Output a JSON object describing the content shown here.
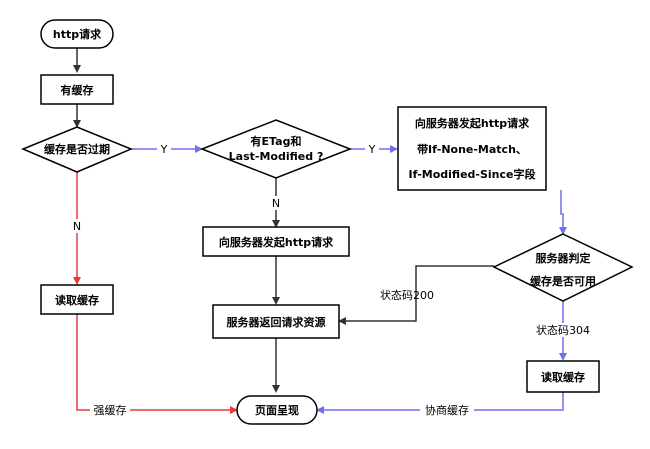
{
  "nodes": {
    "start": "http请求",
    "has_cache": "有缓存",
    "expired": "缓存是否过期",
    "has_etag": [
      "有ETag和",
      "Last-Modified ?"
    ],
    "send_cond": [
      "向服务器发起http请求",
      "带If-None-Match、",
      "If-Modified-Since字段"
    ],
    "send_plain": "向服务器发起http请求",
    "read_cache_left": "读取缓存",
    "server_judge": [
      "服务器判定",
      "缓存是否可用"
    ],
    "server_return": "服务器返回请求资源",
    "read_cache_right": "读取缓存",
    "render": "页面呈现"
  },
  "edges": {
    "y1": "Y",
    "y2": "Y",
    "n1": "N",
    "n2": "N",
    "status200": "状态码200",
    "status304": "状态码304",
    "strong": "强缓存",
    "negotiate": "协商缓存"
  },
  "colors": {
    "stroke": "#000000",
    "fill": "#ffffff",
    "red": "#e83a3a",
    "blue": "#6f6ff0",
    "dark": "#333333"
  }
}
